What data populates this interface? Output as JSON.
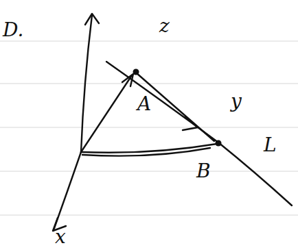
{
  "diagram": {
    "labels": [
      "D.",
      "z",
      "y",
      "x",
      "A",
      "B",
      "L"
    ]
  }
}
